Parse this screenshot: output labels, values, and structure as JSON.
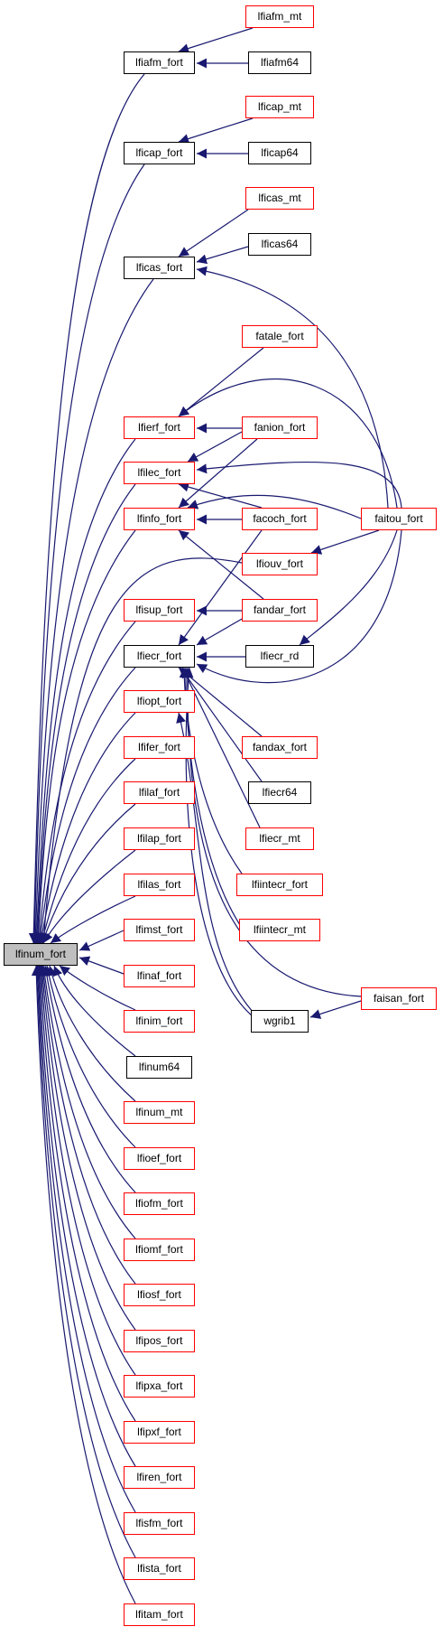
{
  "colors": {
    "edge": "#191970",
    "node_red_border": "#ff0000",
    "node_black_border": "#000000",
    "root_fill": "#bfbfbf"
  },
  "nodes": {
    "root": "lfinum_fort",
    "lfiafm_fort": "lfiafm_fort",
    "lfiafm_mt": "lfiafm_mt",
    "lfiafm64": "lfiafm64",
    "lficap_fort": "lficap_fort",
    "lficap_mt": "lficap_mt",
    "lficap64": "lficap64",
    "lficas_fort": "lficas_fort",
    "lficas_mt": "lficas_mt",
    "lficas64": "lficas64",
    "fatale_fort": "fatale_fort",
    "lfierf_fort": "lfierf_fort",
    "fanion_fort": "fanion_fort",
    "lfilec_fort": "lfilec_fort",
    "lfinfo_fort": "lfinfo_fort",
    "facoch_fort": "facoch_fort",
    "faitou_fort": "faitou_fort",
    "lfiouv_fort": "lfiouv_fort",
    "lfisup_fort": "lfisup_fort",
    "fandar_fort": "fandar_fort",
    "lfiecr_fort": "lfiecr_fort",
    "lfiecr_rd": "lfiecr_rd",
    "lfiopt_fort": "lfiopt_fort",
    "fandax_fort": "fandax_fort",
    "lfifer_fort": "lfifer_fort",
    "lfiecr64": "lfiecr64",
    "lfilaf_fort": "lfilaf_fort",
    "lfiecr_mt": "lfiecr_mt",
    "lfilap_fort": "lfilap_fort",
    "lfiintecr_fort": "lfiintecr_fort",
    "lfilas_fort": "lfilas_fort",
    "lfiintecr_mt": "lfiintecr_mt",
    "lfimst_fort": "lfimst_fort",
    "lfinaf_fort": "lfinaf_fort",
    "faisan_fort": "faisan_fort",
    "wgrib1": "wgrib1",
    "lfinim_fort": "lfinim_fort",
    "lfinum64": "lfinum64",
    "lfinum_mt": "lfinum_mt",
    "lfioef_fort": "lfioef_fort",
    "lfiofm_fort": "lfiofm_fort",
    "lfiomf_fort": "lfiomf_fort",
    "lfiosf_fort": "lfiosf_fort",
    "lfipos_fort": "lfipos_fort",
    "lfipxa_fort": "lfipxa_fort",
    "lfipxf_fort": "lfipxf_fort",
    "lfiren_fort": "lfiren_fort",
    "lfisfm_fort": "lfisfm_fort",
    "lfista_fort": "lfista_fort",
    "lfitam_fort": "lfitam_fort"
  }
}
